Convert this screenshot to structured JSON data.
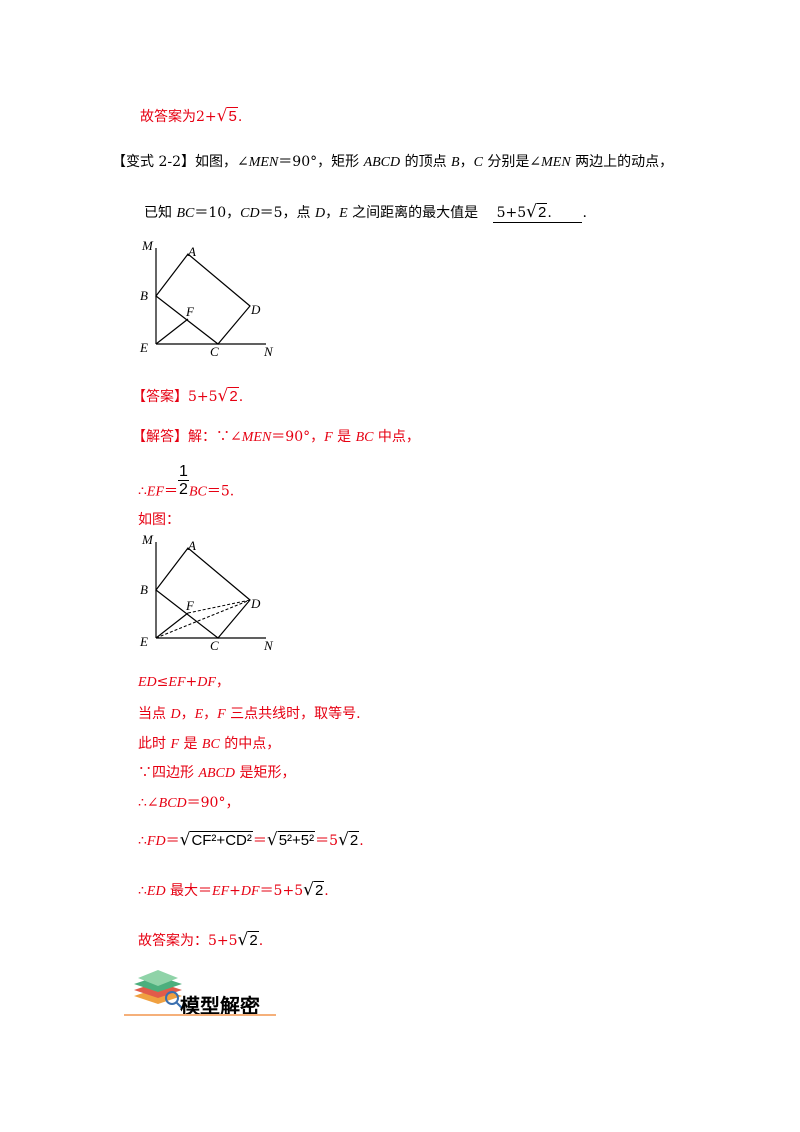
{
  "answer_intro": {
    "prefix": "故答案为2+",
    "radicand": "5",
    "suffix": "."
  },
  "problem": {
    "tag": "【变式 2-2】",
    "line1_a": "如图，∠",
    "line1_b": "MEN",
    "line1_c": "＝90°，矩形 ",
    "line1_d": "ABCD",
    "line1_e": " 的顶点 ",
    "line1_f": "B",
    "line1_g": "，",
    "line1_h": "C",
    "line1_i": " 分别是∠",
    "line1_j": "MEN",
    "line1_k": " 两边上的动点，",
    "line2_a": "已知 ",
    "line2_b": "BC",
    "line2_c": "＝10，",
    "line2_d": "CD",
    "line2_e": "＝5，点 ",
    "line2_f": "D",
    "line2_g": "，",
    "line2_h": "E",
    "line2_i": " 之间距离的最大值是",
    "blank_prefix": "5+5",
    "blank_radicand": "2",
    "blank_suffix": ".",
    "end": "."
  },
  "figure1": {
    "labels": {
      "M": "M",
      "A": "A",
      "B": "B",
      "F": "F",
      "D": "D",
      "E": "E",
      "C": "C",
      "N": "N"
    }
  },
  "answer": {
    "tag": "【答案】",
    "prefix": "5+5",
    "radicand": "2",
    "suffix": "."
  },
  "solution": {
    "tag": "【解答】",
    "l1_a": "解：∵∠",
    "l1_b": "MEN",
    "l1_c": "＝90°，",
    "l1_d": "F",
    "l1_e": " 是 ",
    "l1_f": "BC",
    "l1_g": " 中点，",
    "l2_a": "∴",
    "l2_b": "EF",
    "l2_c": "＝",
    "l2_num": "1",
    "l2_den": "2",
    "l2_d": "BC",
    "l2_e": "＝5.",
    "l3": "如图：",
    "l4_a": "ED",
    "l4_b": "≤",
    "l4_c": "EF",
    "l4_d": "+",
    "l4_e": "DF",
    "l4_f": "，",
    "l5_a": "当点 ",
    "l5_b": "D",
    "l5_c": "，",
    "l5_d": "E",
    "l5_e": "，",
    "l5_f": "F",
    "l5_g": " 三点共线时，取等号.",
    "l6_a": "此时 ",
    "l6_b": "F",
    "l6_c": " 是 ",
    "l6_d": "BC",
    "l6_e": " 的中点，",
    "l7_a": "∵四边形 ",
    "l7_b": "ABCD",
    "l7_c": " 是矩形，",
    "l8_a": "∴∠",
    "l8_b": "BCD",
    "l8_c": "＝90°，",
    "l9_a": "∴",
    "l9_b": "FD",
    "l9_c": "＝",
    "l9_rad1": "CF²+CD²",
    "l9_d": "＝",
    "l9_rad2": "5²+5²",
    "l9_e": "＝5",
    "l9_rad3": "2",
    "l9_f": ".",
    "l10_a": "∴",
    "l10_b": "ED",
    "l10_c": " 最大＝",
    "l10_d": "EF",
    "l10_e": "+",
    "l10_f": "DF",
    "l10_g": "＝5+5",
    "l10_rad": "2",
    "l10_h": ".",
    "l11_a": "故答案为：5+5",
    "l11_rad": "2",
    "l11_b": "."
  },
  "figure2": {
    "labels": {
      "M": "M",
      "A": "A",
      "B": "B",
      "F": "F",
      "D": "D",
      "E": "E",
      "C": "C",
      "N": "N"
    }
  },
  "banner": {
    "title": "模型解密"
  },
  "colors": {
    "red": "#e60012",
    "banner_line": "#f5b07a"
  }
}
